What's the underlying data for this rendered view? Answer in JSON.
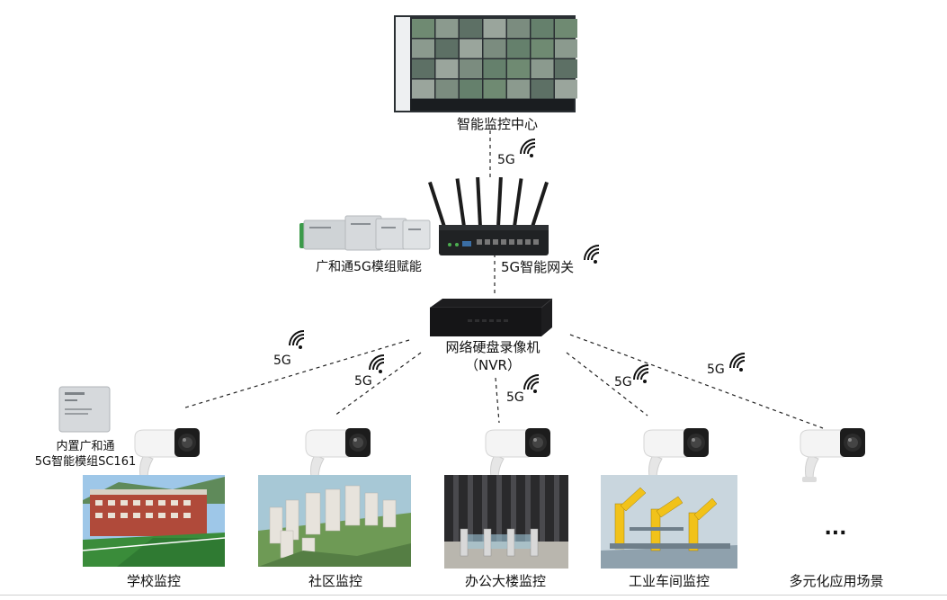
{
  "center": {
    "label": "智能监控中心"
  },
  "gateway": {
    "label": "5G智能网关",
    "module_label": "广和通5G模组赋能"
  },
  "nvr": {
    "label_line1": "网络硬盘录像机",
    "label_line2": "（NVR）"
  },
  "module_sc161": {
    "label_line1": "内置广和通",
    "label_line2": "5G智能模组SC161"
  },
  "signal_text": "5G",
  "scenes": [
    {
      "label": "学校监控"
    },
    {
      "label": "社区监控"
    },
    {
      "label": "办公大楼监控"
    },
    {
      "label": "工业车间监控"
    },
    {
      "label": "多元化应用场景"
    }
  ],
  "ellipsis": "...",
  "colors": {
    "line": "#222222",
    "device_dark": "#1e1e1e",
    "camera_white": "#f2f2f2",
    "module_green": "#3c9a4a",
    "sky": "#9ec7e8",
    "grass": "#3a8c3a"
  }
}
